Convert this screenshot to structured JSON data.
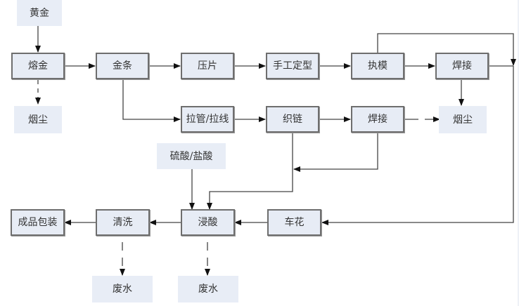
{
  "diagram": {
    "title": "",
    "nodes": {
      "gold": "黄金",
      "melt": "熔金",
      "fume1": "烟尘",
      "bar": "金条",
      "press": "压片",
      "shape": "手工定型",
      "mold": "执模",
      "weld1": "焊接",
      "fume2": "烟尘",
      "draw": "拉管/拉线",
      "chain": "织链",
      "weld2": "焊接",
      "acid_in": "硫酸/盐酸",
      "pack": "成品包装",
      "wash": "清洗",
      "pickle": "浸酸",
      "engrave": "车花",
      "waste1": "废水",
      "waste2": "废水"
    },
    "edges": [
      {
        "from": "gold",
        "to": "melt",
        "style": "solid"
      },
      {
        "from": "melt",
        "to": "bar",
        "style": "solid"
      },
      {
        "from": "melt",
        "to": "fume1",
        "style": "dashed"
      },
      {
        "from": "bar",
        "to": "press",
        "style": "solid"
      },
      {
        "from": "bar",
        "to": "draw",
        "style": "solid"
      },
      {
        "from": "press",
        "to": "shape",
        "style": "solid"
      },
      {
        "from": "shape",
        "to": "mold",
        "style": "solid"
      },
      {
        "from": "mold",
        "to": "weld1",
        "style": "solid"
      },
      {
        "from": "mold",
        "to": "engrave",
        "style": "solid"
      },
      {
        "from": "weld1",
        "to": "fume2",
        "style": "solid"
      },
      {
        "from": "weld1",
        "to": "engrave",
        "style": "solid"
      },
      {
        "from": "draw",
        "to": "chain",
        "style": "solid"
      },
      {
        "from": "chain",
        "to": "weld2",
        "style": "solid"
      },
      {
        "from": "weld2",
        "to": "fume2",
        "style": "dashed"
      },
      {
        "from": "weld2",
        "to": "pickle",
        "style": "solid"
      },
      {
        "from": "chain",
        "to": "pickle",
        "style": "solid"
      },
      {
        "from": "acid_in",
        "to": "pickle",
        "style": "solid"
      },
      {
        "from": "engrave",
        "to": "pickle",
        "style": "solid"
      },
      {
        "from": "pickle",
        "to": "wash",
        "style": "solid"
      },
      {
        "from": "pickle",
        "to": "waste2",
        "style": "dashed"
      },
      {
        "from": "wash",
        "to": "pack",
        "style": "solid"
      },
      {
        "from": "wash",
        "to": "waste1",
        "style": "dashed"
      }
    ]
  }
}
